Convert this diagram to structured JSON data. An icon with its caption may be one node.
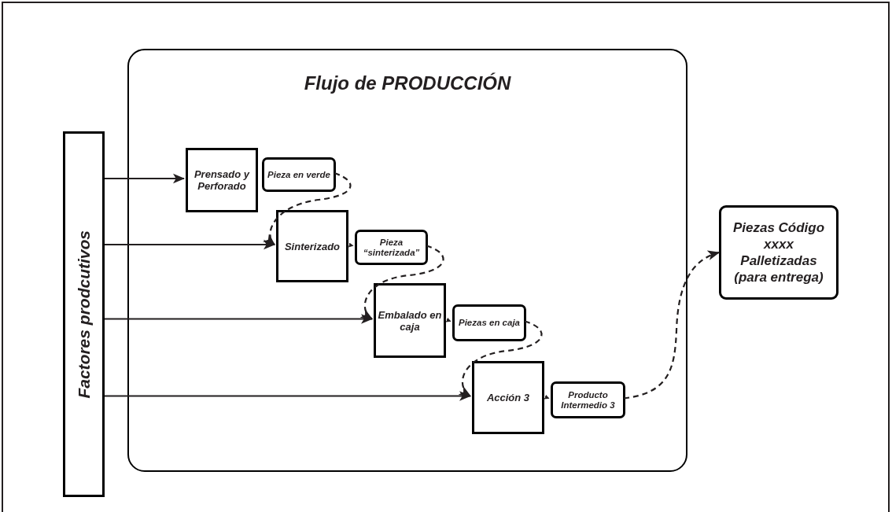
{
  "diagram": {
    "nodes": [
      {
        "text": [
          "Flujo de PRODUCCIÓN"
        ]
      },
      {
        "text": [
          "Factores prodcutivos"
        ]
      },
      {
        "text": [
          "Prensado y Perforado"
        ],
        "in": 0
      },
      {
        "text": [
          "Pieza en verde"
        ],
        "in": 0
      },
      {
        "text": [
          "Sinterizado"
        ],
        "in": 0
      },
      {
        "text": [
          "Pieza “sinterizada”"
        ],
        "in": 0
      },
      {
        "text": [
          "Embalado en caja"
        ],
        "in": 0
      },
      {
        "text": [
          "Piezas en caja"
        ],
        "in": 0
      },
      {
        "text": [
          "Acción 3"
        ],
        "in": 0
      },
      {
        "text": [
          "Producto Intermedio 3"
        ],
        "in": 0
      },
      {
        "text": [
          "Piezas Código xxxx Palletizadas (para entrega)"
        ]
      }
    ],
    "edges": [
      {
        "from": 1,
        "to": 2,
        "arrow": "to"
      },
      {
        "from": 1,
        "to": 4,
        "arrow": "to"
      },
      {
        "from": 1,
        "to": 6,
        "arrow": "to"
      },
      {
        "from": 1,
        "to": 8,
        "arrow": "to"
      },
      {
        "from": 4,
        "to": 5,
        "arrow": "to",
        "style": "dashed"
      },
      {
        "from": 6,
        "to": 7,
        "arrow": "to",
        "style": "dashed"
      },
      {
        "from": 8,
        "to": 9,
        "arrow": "to",
        "style": "dashed"
      },
      {
        "from": 3,
        "to": 4,
        "arrow": "to",
        "style": "dashed"
      },
      {
        "from": 5,
        "to": 6,
        "arrow": "to",
        "style": "dashed"
      },
      {
        "from": 7,
        "to": 8,
        "arrow": "to",
        "style": "dashed"
      },
      {
        "from": 9,
        "to": 10,
        "arrow": "to",
        "style": "dashed"
      }
    ]
  }
}
